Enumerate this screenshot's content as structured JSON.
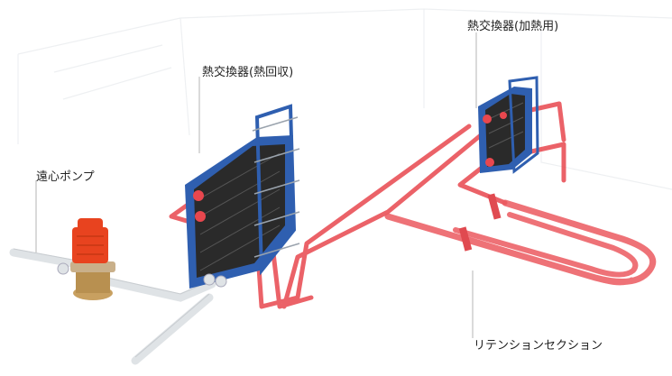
{
  "labels": {
    "heat_exchanger_recovery": "熱交換器(熱回収)",
    "heat_exchanger_heating": "熱交換器(加熱用)",
    "centrifugal_pump": "遠心ポンプ",
    "retention_section": "リテンションセクション"
  },
  "colors": {
    "background": "#ffffff",
    "exchanger_frame": "#2f5fb0",
    "exchanger_plates": "#2a2a2a",
    "product_pipe": "#e8474e",
    "feed_pipe": "#dfe3e6",
    "pump_motor": "#e8431f",
    "leader_line": "#b5b5b5"
  }
}
